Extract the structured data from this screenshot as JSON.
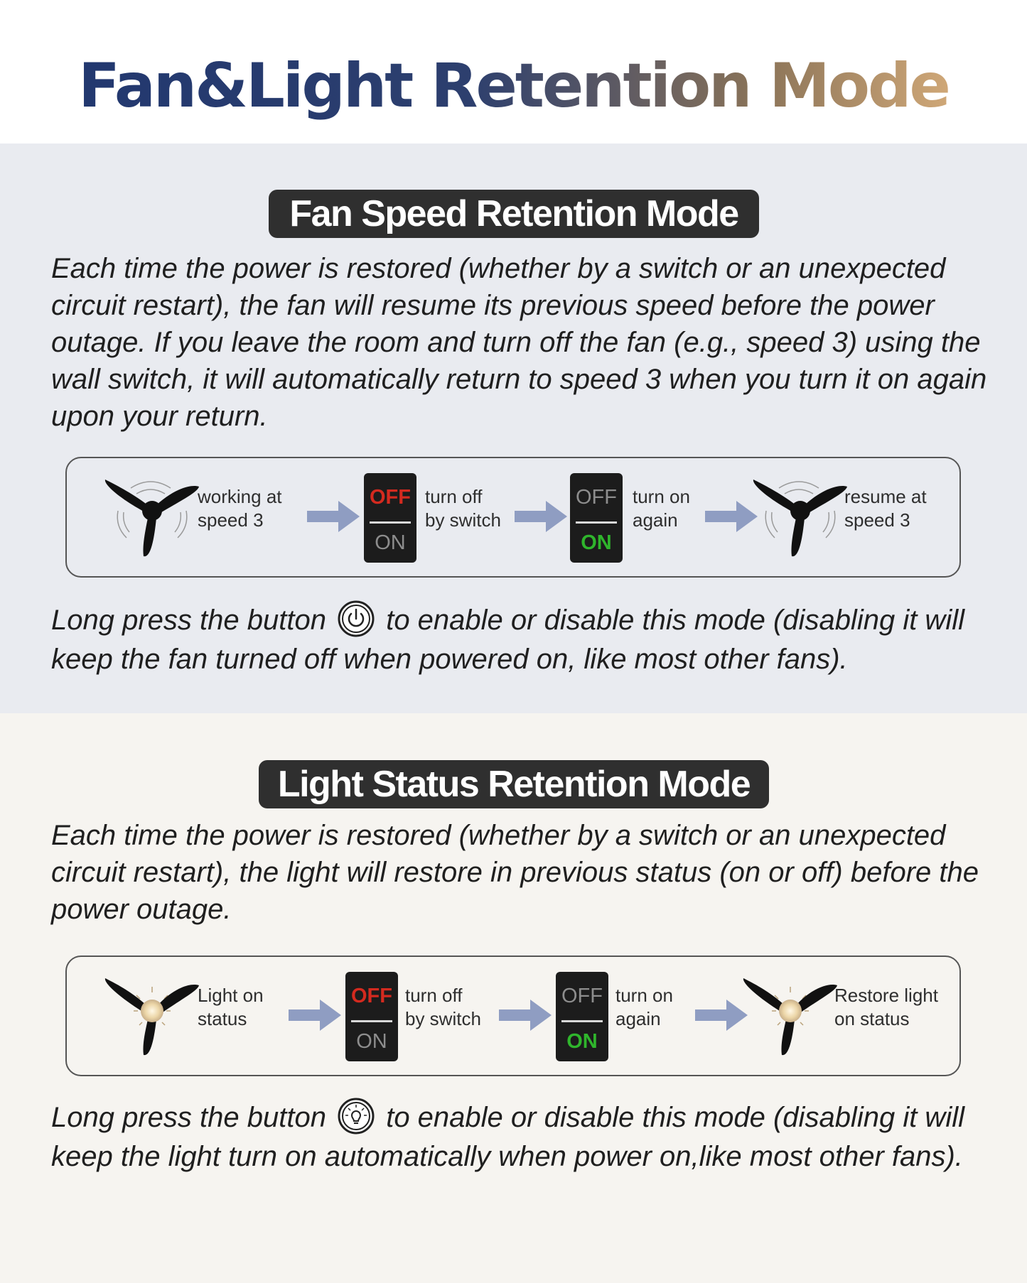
{
  "page_title": "Fan&Light Retention Mode",
  "colors": {
    "title_start": "#22386f",
    "title_end": "#cfa777",
    "fan_section_bg": "#e9ebf0",
    "light_section_bg": "#f6f4f0",
    "pill_bg": "#2f2f2f",
    "switch_red": "#d42a1f",
    "switch_green": "#2fb52c",
    "arrow": "#8f9dc2"
  },
  "fan_section": {
    "heading": "Fan Speed Retention Mode",
    "description": "Each time the power is restored (whether by a switch or an unexpected circuit restart), the fan will resume its previous speed before the power outage. If you leave the room and turn off the fan (e.g., speed 3) using the wall switch, it will automatically return to speed 3 when you turn it on again upon your return.",
    "flow": [
      {
        "icon": "spinning-fan-icon",
        "line1": "working at",
        "line2": "speed 3"
      },
      {
        "icon": "wall-switch-off-icon",
        "off": "OFF",
        "on": "ON",
        "line1": "turn off",
        "line2": "by switch"
      },
      {
        "icon": "wall-switch-on-icon",
        "off": "OFF",
        "on": "ON",
        "line1": "turn on",
        "line2": "again"
      },
      {
        "icon": "spinning-fan-icon",
        "line1": "resume at",
        "line2": "speed 3"
      }
    ],
    "note_before": "Long press the button",
    "note_icon": "power-icon",
    "note_after": "to enable or disable this mode (disabling it will keep the fan turned off when powered on, like most other fans)."
  },
  "light_section": {
    "heading": "Light Status Retention Mode",
    "description": "Each time the power is restored (whether by a switch or an unexpected circuit restart), the light will restore in previous status (on or off) before the power outage.",
    "flow": [
      {
        "icon": "fan-light-on-icon",
        "line1": "Light on",
        "line2": "status"
      },
      {
        "icon": "wall-switch-off-icon",
        "off": "OFF",
        "on": "ON",
        "line1": "turn off",
        "line2": "by switch"
      },
      {
        "icon": "wall-switch-on-icon",
        "off": "OFF",
        "on": "ON",
        "line1": "turn on",
        "line2": "again"
      },
      {
        "icon": "fan-light-on-icon",
        "line1": "Restore light",
        "line2": "on status"
      }
    ],
    "note_before": "Long press the button",
    "note_icon": "light-bulb-icon",
    "note_after": "to enable or disable this mode (disabling it will keep the light turn on automatically when power on,like most other fans)."
  }
}
